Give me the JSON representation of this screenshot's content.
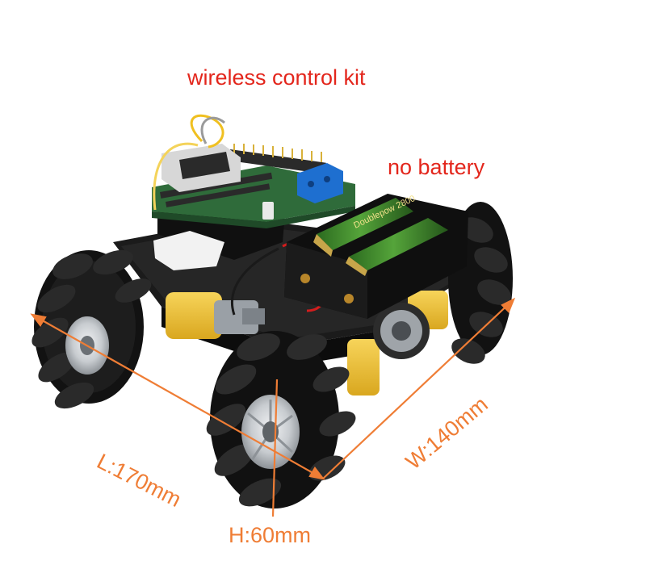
{
  "labels": {
    "kit": "wireless control kit",
    "battery_note": "no battery",
    "length": "L:170mm",
    "width": "W:140mm",
    "height": "H:60mm"
  },
  "battery_print": "Doublepow 2800",
  "colors": {
    "label_red": "#e3261c",
    "dimension_orange": "#ef7d35",
    "board_green": "#2f6b3a",
    "battery_green": "#3f8a2a",
    "chassis_black": "#141414",
    "motor_yellow": "#f2c12e",
    "terminal_blue": "#1e6fd0",
    "wheel_silver": "#c8ccd0"
  }
}
